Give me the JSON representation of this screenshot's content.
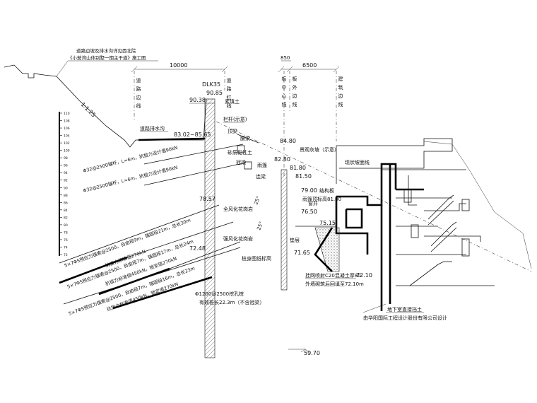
{
  "top_notes": {
    "road_ref_line1": "道路边坡及排水沟详见西北院",
    "road_ref_line2": "《小茄湾山体别墅一期主干道》施工图"
  },
  "dimensions": {
    "left_span": "10000",
    "small_span": "850",
    "right_span": "6500"
  },
  "vertical_labels": {
    "road_edge": "道路边线",
    "road_red_line": "道路红线",
    "slab_center_line": "板中心线",
    "slab_outer_line": "板外边线",
    "building_line": "建筑边线"
  },
  "slope_ratio": "1:1.25",
  "station": {
    "id": "DLK35",
    "elev_top": "90.85",
    "elev_ground": "90.38"
  },
  "labels": {
    "fill_soil": "素填土",
    "railing": "栏杆(示意)",
    "road_ditch": "道路排水沟",
    "elev_range": "83.02~85.65",
    "beam_top": "顶梁",
    "waist_beam": "腰梁",
    "silty_clay": "砂质黏性土",
    "crown_beam": "冠梁",
    "anchor1": "Φ32@2500锚杆，L=6m，抗拔力设计值90kN",
    "anchor2": "Φ32@2500锚杆，L=6m，抗拔力设计值90kN",
    "elev_7857": "78.57",
    "fully_weathered": "全风化花岗岩",
    "strongly_weathered": "强风化花岗岩",
    "cable1": "5×7Φ5预应力锚索@2500，自由段9m，锚固段21m，总长30m",
    "cable1b": "抗拔力标准值270kN",
    "cable2": "5×7Φ5预应力锚索@2500，自由段7m，锚固段17m，总长24m",
    "cable2b": "抗拔力标准值450kN，锁定值270kN",
    "cable3": "5×7Φ5预应力锚索@2500，自由段7m，锚固段16m，总长23m",
    "cable3b": "抗拔力标准值450kN，锁定值270kN",
    "elev_7248": "72.48",
    "pile": "Φ1200@2500挖孔桩",
    "pile_len": "有效桩长22.3m（不含冠梁）",
    "elev_5970": "59.70",
    "elev_8480": "84.80",
    "elev_8280": "82.80",
    "elev_8180": "81.80",
    "elev_8150": "81.50",
    "elev_7900": "79.00",
    "elev_7650": "76.50",
    "elev_7515": "75.15",
    "elev_7165": "71.65",
    "elev_7210": "72.10",
    "canopy": "雨篷",
    "canopy_elev": "雨篷顶标高81.80",
    "landscape": "景观灰坡（示意）",
    "mudline": "现状坡面线",
    "tie_beam": "连梁",
    "struct_slab": "结构板",
    "window": "窗井",
    "cushion": "垫层",
    "trench_note1": "挂网喷射C20混凝土厚80",
    "trench_note2": "外墙砌筑后回填至72.10m",
    "basement": "地下室直接挡土",
    "designer": "由华阳国际工程设计股份有限公司设计",
    "slope_25": "25°",
    "pile_bottom": "桩身图纸标高"
  },
  "left_scale": [
    "110",
    "108",
    "106",
    "104",
    "102",
    "100",
    "98",
    "96",
    "94",
    "92",
    "90",
    "88",
    "86",
    "84",
    "82",
    "80",
    "78",
    "76",
    "74",
    "72"
  ]
}
